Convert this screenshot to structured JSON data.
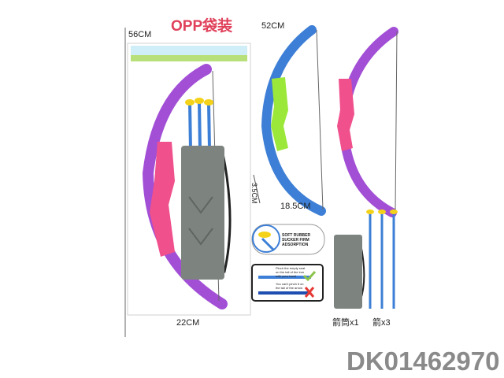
{
  "title": "OPP袋装",
  "dimensions": {
    "bag_height": "56CM",
    "bag_width": "22CM",
    "bow_height": "52CM",
    "bow_depth": "3.5CM",
    "bow_width": "18.5CM"
  },
  "features": {
    "sucker_text": "SOFT RUBBER SUCKER FIRM ADSORPTION",
    "instruction_ok": "Pinch the empty seat on the tail of the iron with your hand",
    "instruction_bad": "You can't pinch it on the tail of the arrow"
  },
  "contents": [
    {
      "label": "箭筒x1"
    },
    {
      "label": "箭x3"
    }
  ],
  "sku": "DK01462970",
  "colors": {
    "purple": "#a24fd6",
    "blue": "#3d7fd6",
    "pink": "#f0508c",
    "green": "#9be83a",
    "gray": "#7d8480",
    "red": "#e0405a"
  }
}
